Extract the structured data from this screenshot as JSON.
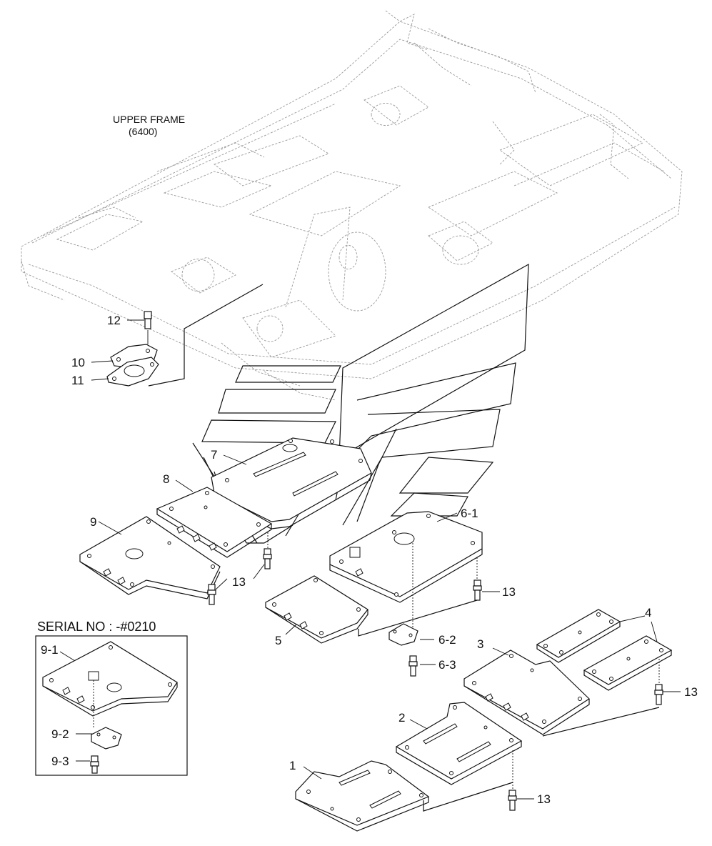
{
  "upper_frame": {
    "title": "UPPER FRAME",
    "code": "(6400)"
  },
  "serial": {
    "label": "SERIAL NO : -#0210"
  },
  "callouts": {
    "c1": "1",
    "c2": "2",
    "c3": "3",
    "c4": "4",
    "c5": "5",
    "c6_1": "6-1",
    "c6_2": "6-2",
    "c6_3": "6-3",
    "c7": "7",
    "c8": "8",
    "c9": "9",
    "c10": "10",
    "c11": "11",
    "c12": "12",
    "c13": "13",
    "c9_1": "9-1",
    "c9_2": "9-2",
    "c9_3": "9-3"
  }
}
